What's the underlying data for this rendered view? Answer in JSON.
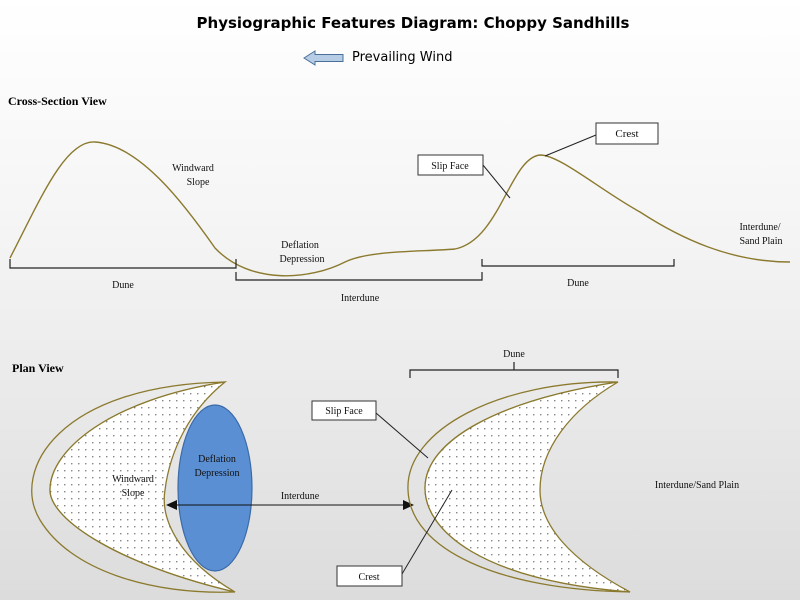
{
  "title": "Physiographic Features Diagram: Choppy Sandhills",
  "wind": {
    "label": "Prevailing Wind",
    "icon": "left-arrow-icon"
  },
  "cross_section": {
    "heading": "Cross-Section View",
    "labels": {
      "windward_1": "Windward",
      "windward_2": "Slope",
      "deflation_1": "Deflation",
      "deflation_2": "Depression",
      "interdune_plain_1": "Interdune/",
      "interdune_plain_2": "Sand Plain",
      "dune_left": "Dune",
      "interdune": "Interdune",
      "dune_right": "Dune"
    },
    "callouts": {
      "slip_face": "Slip Face",
      "crest": "Crest"
    }
  },
  "plan": {
    "heading": "Plan View",
    "labels": {
      "dune": "Dune",
      "windward_1": "Windward",
      "windward_2": "Slope",
      "deflation_1": "Deflation",
      "deflation_2": "Depression",
      "interdune": "Interdune",
      "interdune_plain": "Interdune/Sand Plain"
    },
    "callouts": {
      "slip_face": "Slip Face",
      "crest": "Crest"
    }
  },
  "colors": {
    "dune_outline": "#8b7a2e",
    "deflation_fill": "#5b8fd3",
    "deflation_stroke": "#3a6aa8",
    "wind_arrow": "#b7cde6",
    "wind_arrow_stroke": "#4a6f99"
  }
}
